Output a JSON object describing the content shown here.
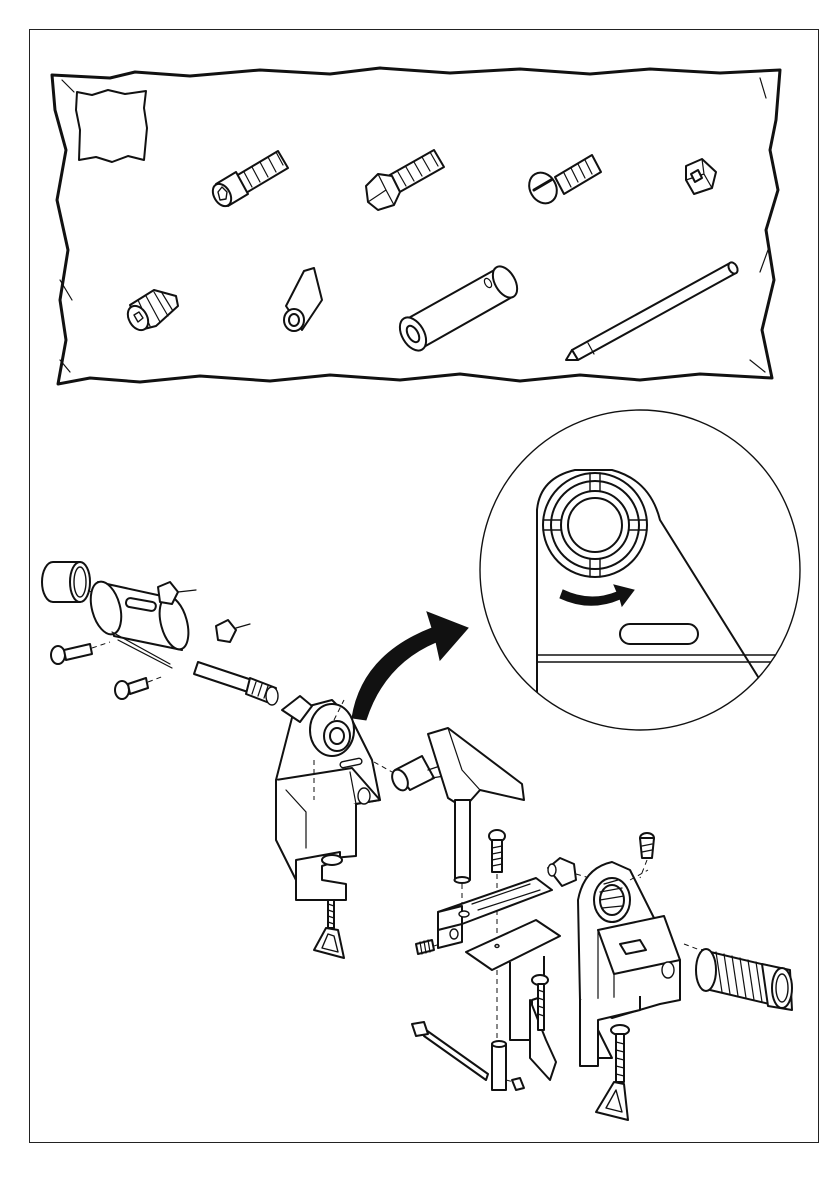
{
  "colors": {
    "ink": "#111111",
    "paper": "#ffffff",
    "frame": "#222222"
  },
  "parts_bag": {
    "row1": [
      "small-bag-icon",
      "socket-head-screw-icon",
      "hex-bolt-icon",
      "slotted-screw-icon",
      "square-nut-icon"
    ],
    "row2": [
      "set-screw-icon",
      "cone-tip-icon",
      "sleeve-tube-icon",
      "pin-rod-icon"
    ]
  },
  "detail_view": {
    "icons": [
      "bearing-housing-icon",
      "rotate-arrow-icon",
      "slot-icon"
    ]
  },
  "assembly": {
    "groups": [
      "motor-housing-assembly",
      "tool-rest-assembly",
      "tailstock-assembly"
    ],
    "icons": [
      "curved-arrow-icon",
      "clamp-screw-icon",
      "threaded-sleeve-icon"
    ]
  }
}
